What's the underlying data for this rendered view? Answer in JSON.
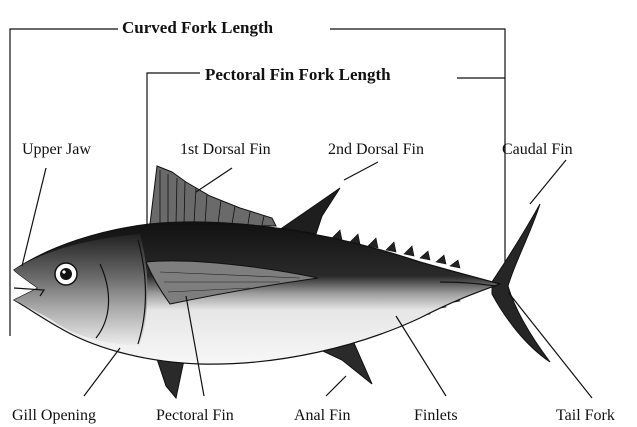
{
  "measurements": {
    "curved_fork_length": "Curved Fork Length",
    "pectoral_fin_fork_length": "Pectoral Fin Fork Length"
  },
  "parts": {
    "upper_jaw": "Upper Jaw",
    "first_dorsal_fin": "1st Dorsal Fin",
    "second_dorsal_fin": "2nd Dorsal Fin",
    "caudal_fin": "Caudal Fin",
    "gill_opening": "Gill Opening",
    "pectoral_fin": "Pectoral Fin",
    "anal_fin": "Anal Fin",
    "finlets": "Finlets",
    "tail_fork": "Tail Fork"
  },
  "colors": {
    "ink": "#111111",
    "dark_back": "#1a1a1a",
    "belly": "#f4f4f4",
    "mid_grey": "#8c8c8c"
  }
}
